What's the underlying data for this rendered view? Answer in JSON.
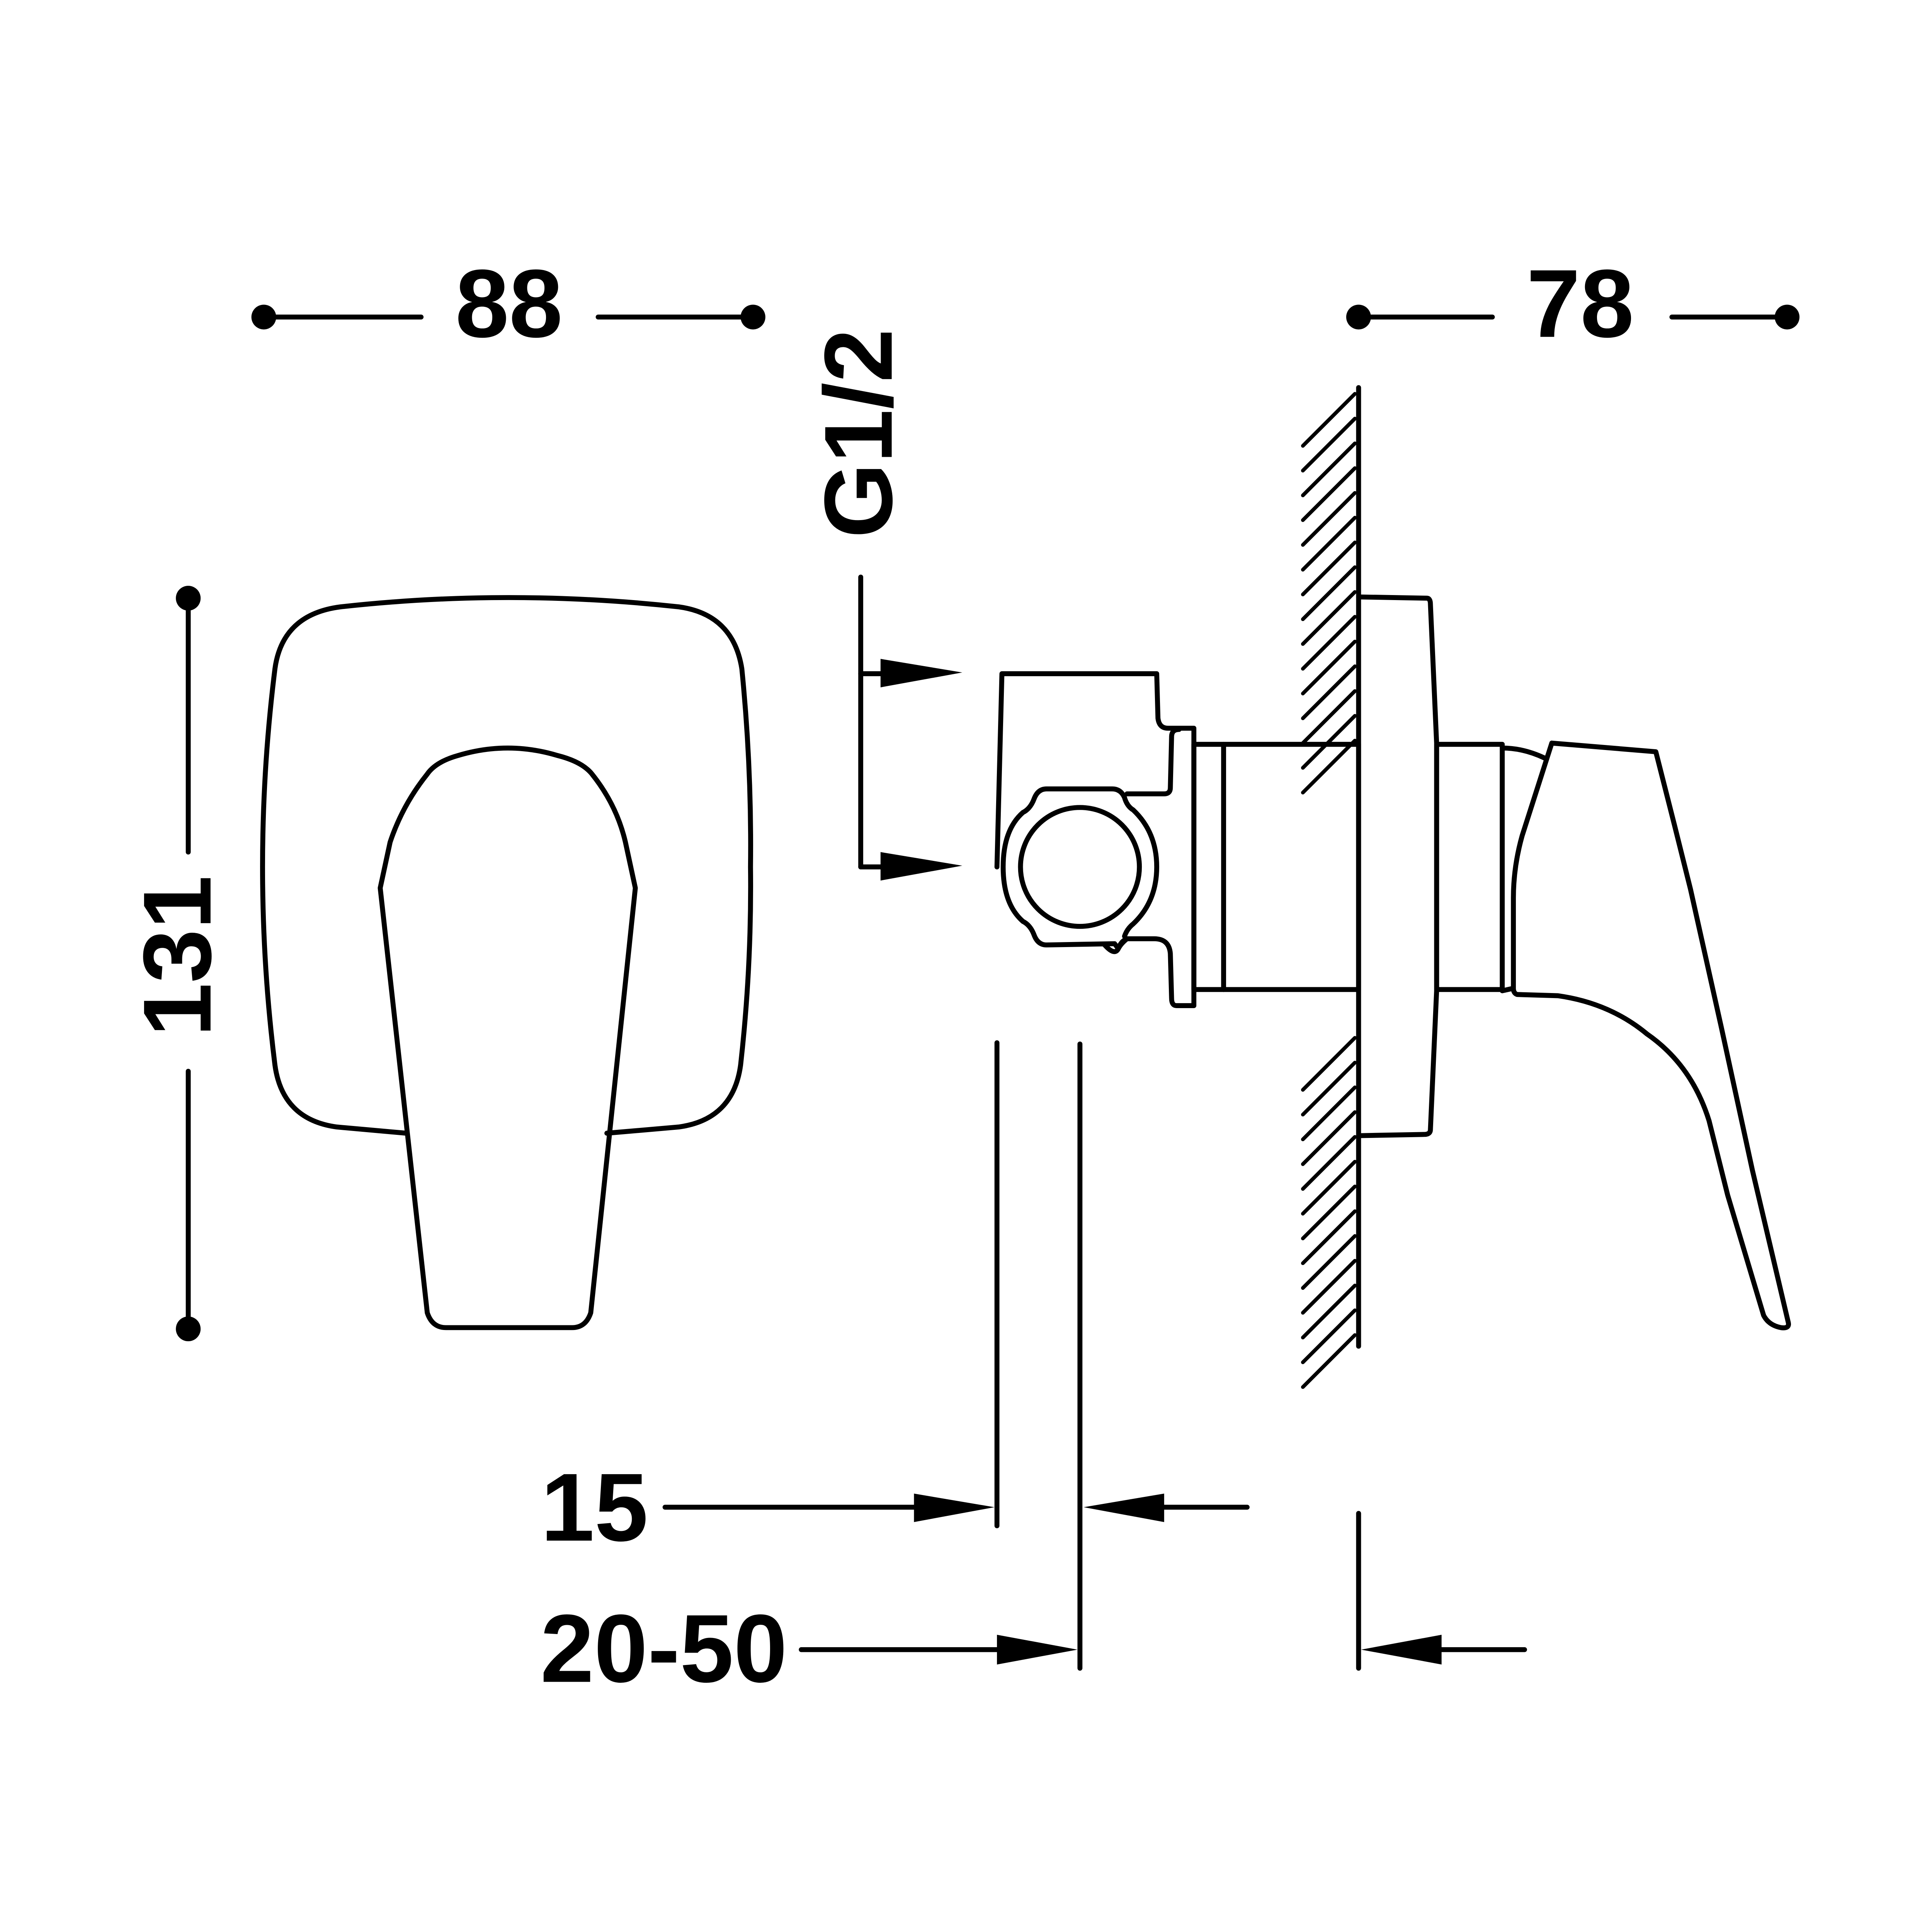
{
  "dimensions": {
    "width_front": "88",
    "depth_handle": "78",
    "height_front": "131",
    "thread": "G1/2",
    "min_depth": "15",
    "depth_range": "20-50"
  },
  "colors": {
    "line": "#000000",
    "background": "#ffffff"
  }
}
